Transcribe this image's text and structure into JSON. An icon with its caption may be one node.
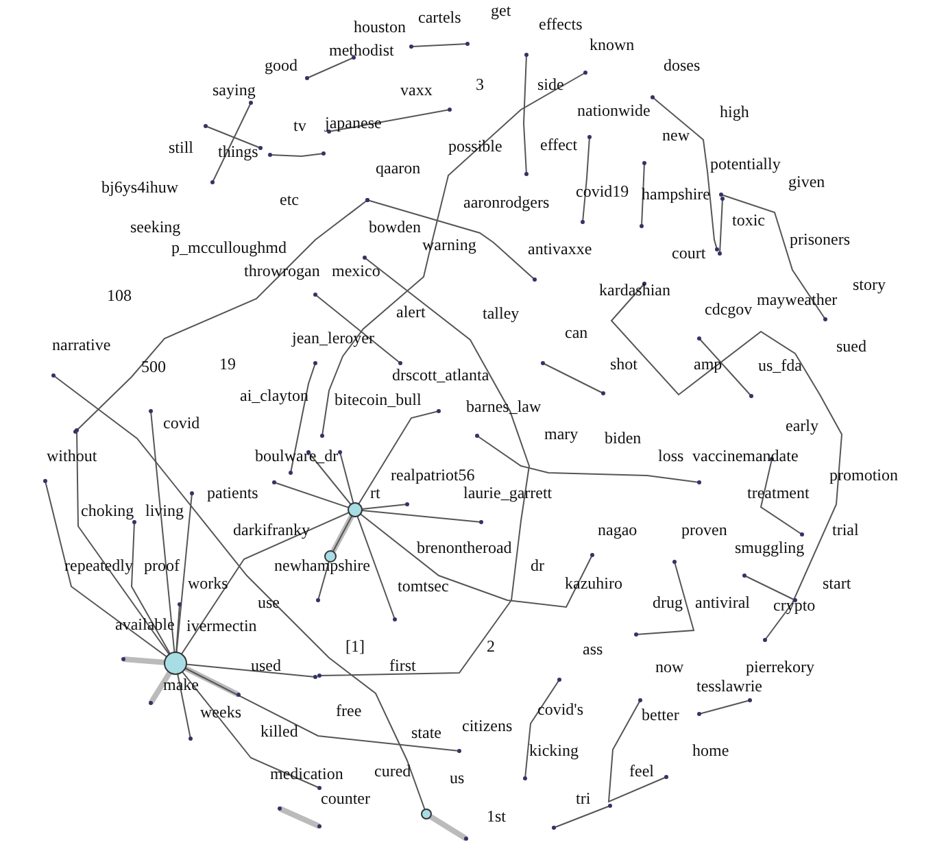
{
  "diagram": {
    "labels": [
      "houston",
      "cartels",
      "get",
      "effects",
      "methodist",
      "known",
      "good",
      "doses",
      "saying",
      "vaxx",
      "3",
      "side",
      "tv",
      "japanese",
      "nationwide",
      "high",
      "still",
      "things",
      "possible",
      "effect",
      "new",
      "qaaron",
      "potentially",
      "bj6ys4ihuw",
      "etc",
      "aaronrodgers",
      "covid19",
      "hampshire",
      "given",
      "seeking",
      "bowden",
      "toxic",
      "p_mcculloughmd",
      "warning",
      "antivaxxe",
      "court",
      "prisoners",
      "throwrogan",
      "mexico",
      "108",
      "alert",
      "talley",
      "kardashian",
      "cdcgov",
      "mayweather",
      "story",
      "narrative",
      "jean_leroyer",
      "can",
      "sued",
      "500",
      "19",
      "drscott_atlanta",
      "shot",
      "amp",
      "us_fda",
      "ai_clayton",
      "bitecoin_bull",
      "barnes_law",
      "covid",
      "mary",
      "biden",
      "early",
      "without",
      "boulware_dr",
      "loss",
      "vaccinemandate",
      "realpatriot56",
      "promotion",
      "patients",
      "rt",
      "laurie_garrett",
      "treatment",
      "choking",
      "living",
      "darkifranky",
      "nagao",
      "proven",
      "trial",
      "brenontheroad",
      "smuggling",
      "repeatedly",
      "proof",
      "newhampshire",
      "dr",
      "works",
      "tomtsec",
      "kazuhiro",
      "start",
      "use",
      "drug",
      "antiviral",
      "crypto",
      "available",
      "ivermectin",
      "[1]",
      "2",
      "ass",
      "used",
      "first",
      "now",
      "pierrekory",
      "make",
      "tesslawrie",
      "weeks",
      "free",
      "covid's",
      "better",
      "killed",
      "state",
      "citizens",
      "kicking",
      "home",
      "medication",
      "cured",
      "us",
      "feel",
      "counter",
      "tri",
      "1st"
    ]
  }
}
